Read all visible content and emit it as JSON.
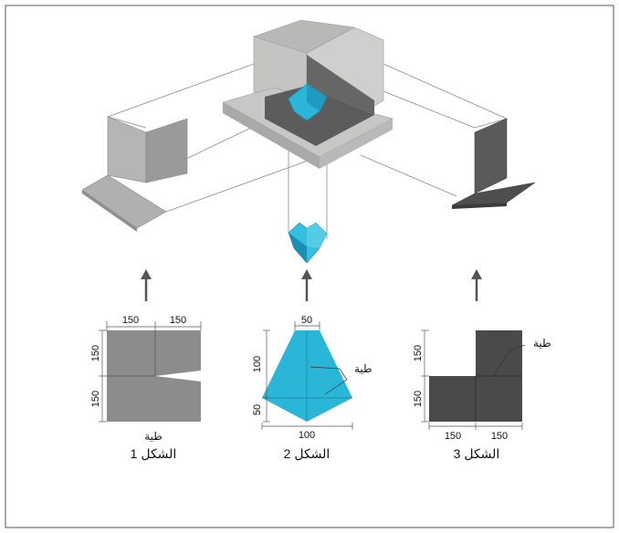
{
  "colors": {
    "frame": "#555555",
    "light_gray": "#999999",
    "mid_gray": "#7a7a7a",
    "dark_gray": "#4a4a4a",
    "cyan": "#29b6d8",
    "concrete": "#c9c9c7",
    "slab_top": "#5c5c5c",
    "guide_line": "#8a8a8a",
    "arrow": "#555555"
  },
  "figures": [
    {
      "caption": "الشكل 1",
      "fold_label": "طية",
      "top_dims": [
        "150",
        "150"
      ],
      "left_dims": [
        "150",
        "150"
      ]
    },
    {
      "caption": "الشكل 2",
      "fold_label": "طية",
      "top_dim": "50",
      "bottom_dim": "100",
      "left_dims": [
        "100",
        "50"
      ]
    },
    {
      "caption": "الشكل 3",
      "fold_label": "طية",
      "bottom_dims": [
        "150",
        "150"
      ],
      "left_dims": [
        "150",
        "150"
      ]
    }
  ],
  "icons": [
    "up-arrow-icon"
  ]
}
